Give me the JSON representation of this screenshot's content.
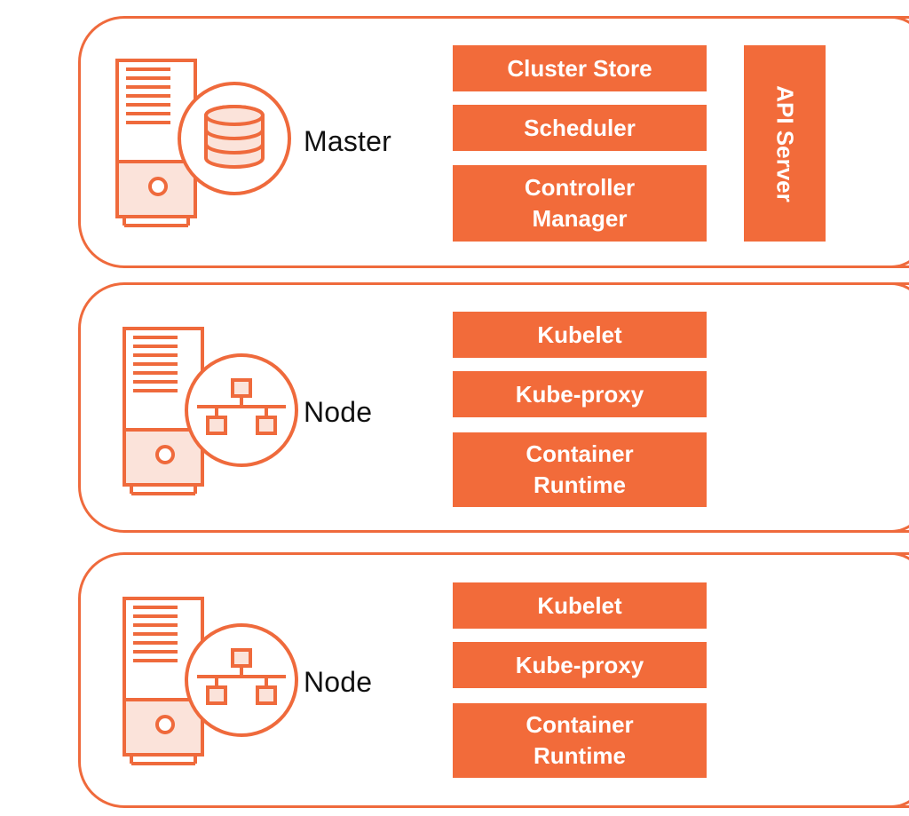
{
  "colors": {
    "accent": "#f26b3a",
    "outline": "#ef6a3c",
    "label_text": "#111111",
    "box_text": "#ffffff",
    "background": "#ffffff"
  },
  "master": {
    "label": "Master",
    "icon": "database-icon",
    "components": [
      "Cluster Store",
      "Scheduler",
      "Controller\nManager"
    ],
    "api_server": "API Server"
  },
  "nodes": [
    {
      "label": "Node",
      "icon": "network-icon",
      "components": [
        "Kubelet",
        "Kube-proxy",
        "Container\nRuntime"
      ]
    },
    {
      "label": "Node",
      "icon": "network-icon",
      "components": [
        "Kubelet",
        "Kube-proxy",
        "Container\nRuntime"
      ]
    }
  ]
}
